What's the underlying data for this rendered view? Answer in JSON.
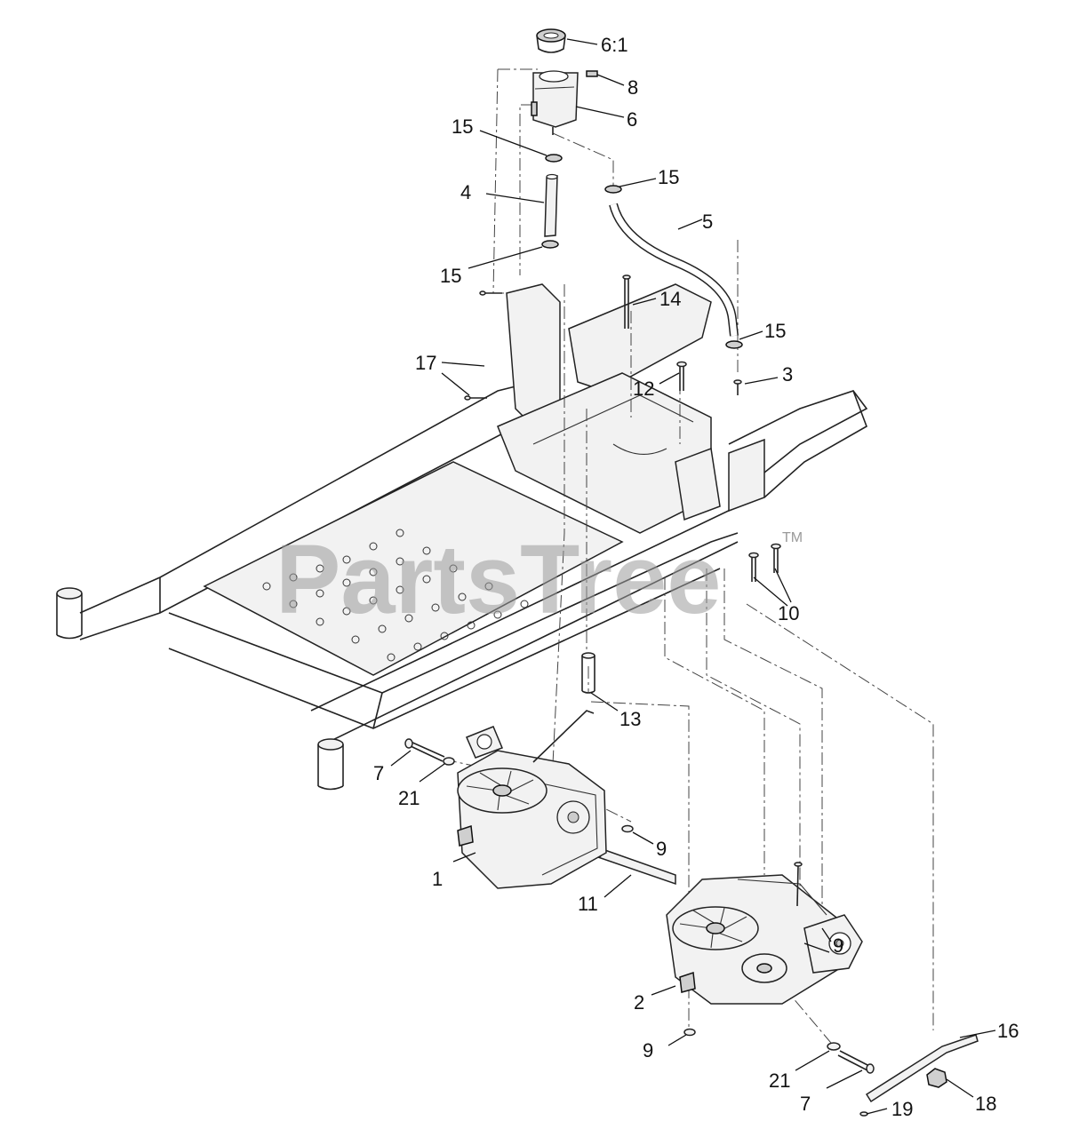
{
  "watermark": {
    "text": "PartsTree",
    "tm": "TM",
    "color": "#9a9a9a"
  },
  "callouts": [
    {
      "id": "6-1",
      "label": "6:1"
    },
    {
      "id": "8",
      "label": "8"
    },
    {
      "id": "6",
      "label": "6"
    },
    {
      "id": "15-a",
      "label": "15"
    },
    {
      "id": "15-b",
      "label": "15"
    },
    {
      "id": "4",
      "label": "4"
    },
    {
      "id": "5",
      "label": "5"
    },
    {
      "id": "15-c",
      "label": "15"
    },
    {
      "id": "14",
      "label": "14"
    },
    {
      "id": "15-d",
      "label": "15"
    },
    {
      "id": "17",
      "label": "17"
    },
    {
      "id": "12",
      "label": "12"
    },
    {
      "id": "3",
      "label": "3"
    },
    {
      "id": "10",
      "label": "10"
    },
    {
      "id": "13",
      "label": "13"
    },
    {
      "id": "7-a",
      "label": "7"
    },
    {
      "id": "21-a",
      "label": "21"
    },
    {
      "id": "9-a",
      "label": "9"
    },
    {
      "id": "1",
      "label": "1"
    },
    {
      "id": "11",
      "label": "11"
    },
    {
      "id": "2",
      "label": "2"
    },
    {
      "id": "9-b",
      "label": "9"
    },
    {
      "id": "9-c",
      "label": "9"
    },
    {
      "id": "16",
      "label": "16"
    },
    {
      "id": "21-b",
      "label": "21"
    },
    {
      "id": "18",
      "label": "18"
    },
    {
      "id": "7-b",
      "label": "7"
    },
    {
      "id": "19",
      "label": "19"
    }
  ]
}
